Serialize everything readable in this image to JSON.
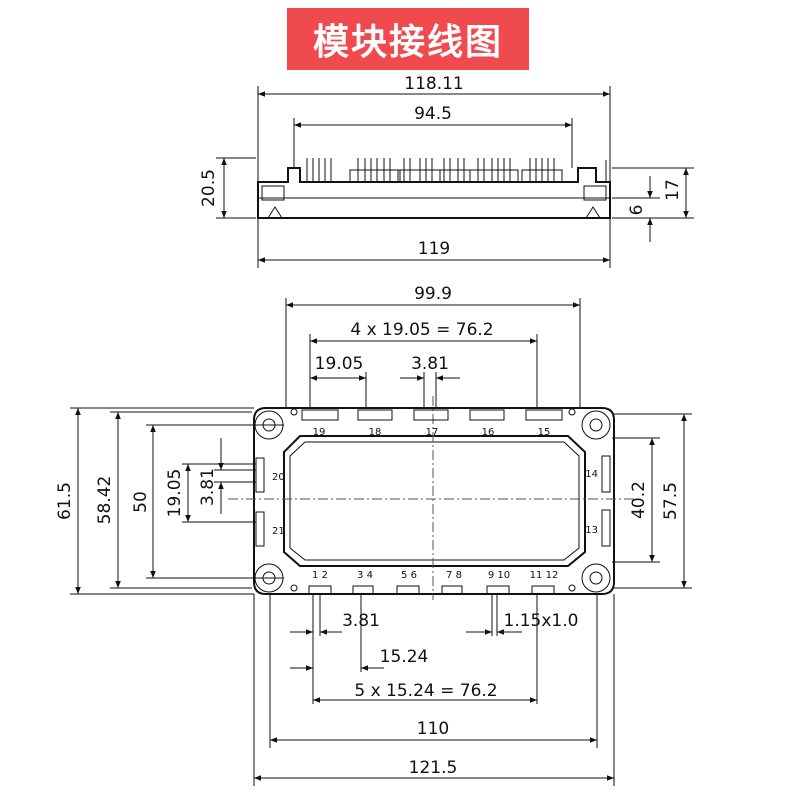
{
  "title": "模块接线图",
  "side_view": {
    "overall_top": "118.11",
    "pin_span": "94.5",
    "overall_bottom": "119",
    "height_left": "20.5",
    "height_right_17": "17",
    "height_right_6": "6"
  },
  "top_view": {
    "width_999": "99.9",
    "pitch_top": "4 x 19.05 = 76.2",
    "pitch_1905": "19.05",
    "pitch_381": "3.81",
    "h_615": "61.5",
    "h_5842": "58.42",
    "h_50": "50",
    "h_1905": "19.05",
    "h_381": "3.81",
    "h_402": "40.2",
    "h_575": "57.5",
    "bottom_381": "3.81",
    "pin_size": "1.15x1.0",
    "bottom_1524": "15.24",
    "pitch_bottom": "5 x 15.24 = 76.2",
    "width_110": "110",
    "width_1215": "121.5"
  },
  "pins_top": [
    "19",
    "18",
    "17",
    "16",
    "15"
  ],
  "pins_bottom": [
    "1 2",
    "3 4",
    "5 6",
    "7 8",
    "9 10",
    "11 12"
  ],
  "pins_left": [
    "20",
    "21"
  ],
  "pins_right": [
    "14",
    "13"
  ]
}
